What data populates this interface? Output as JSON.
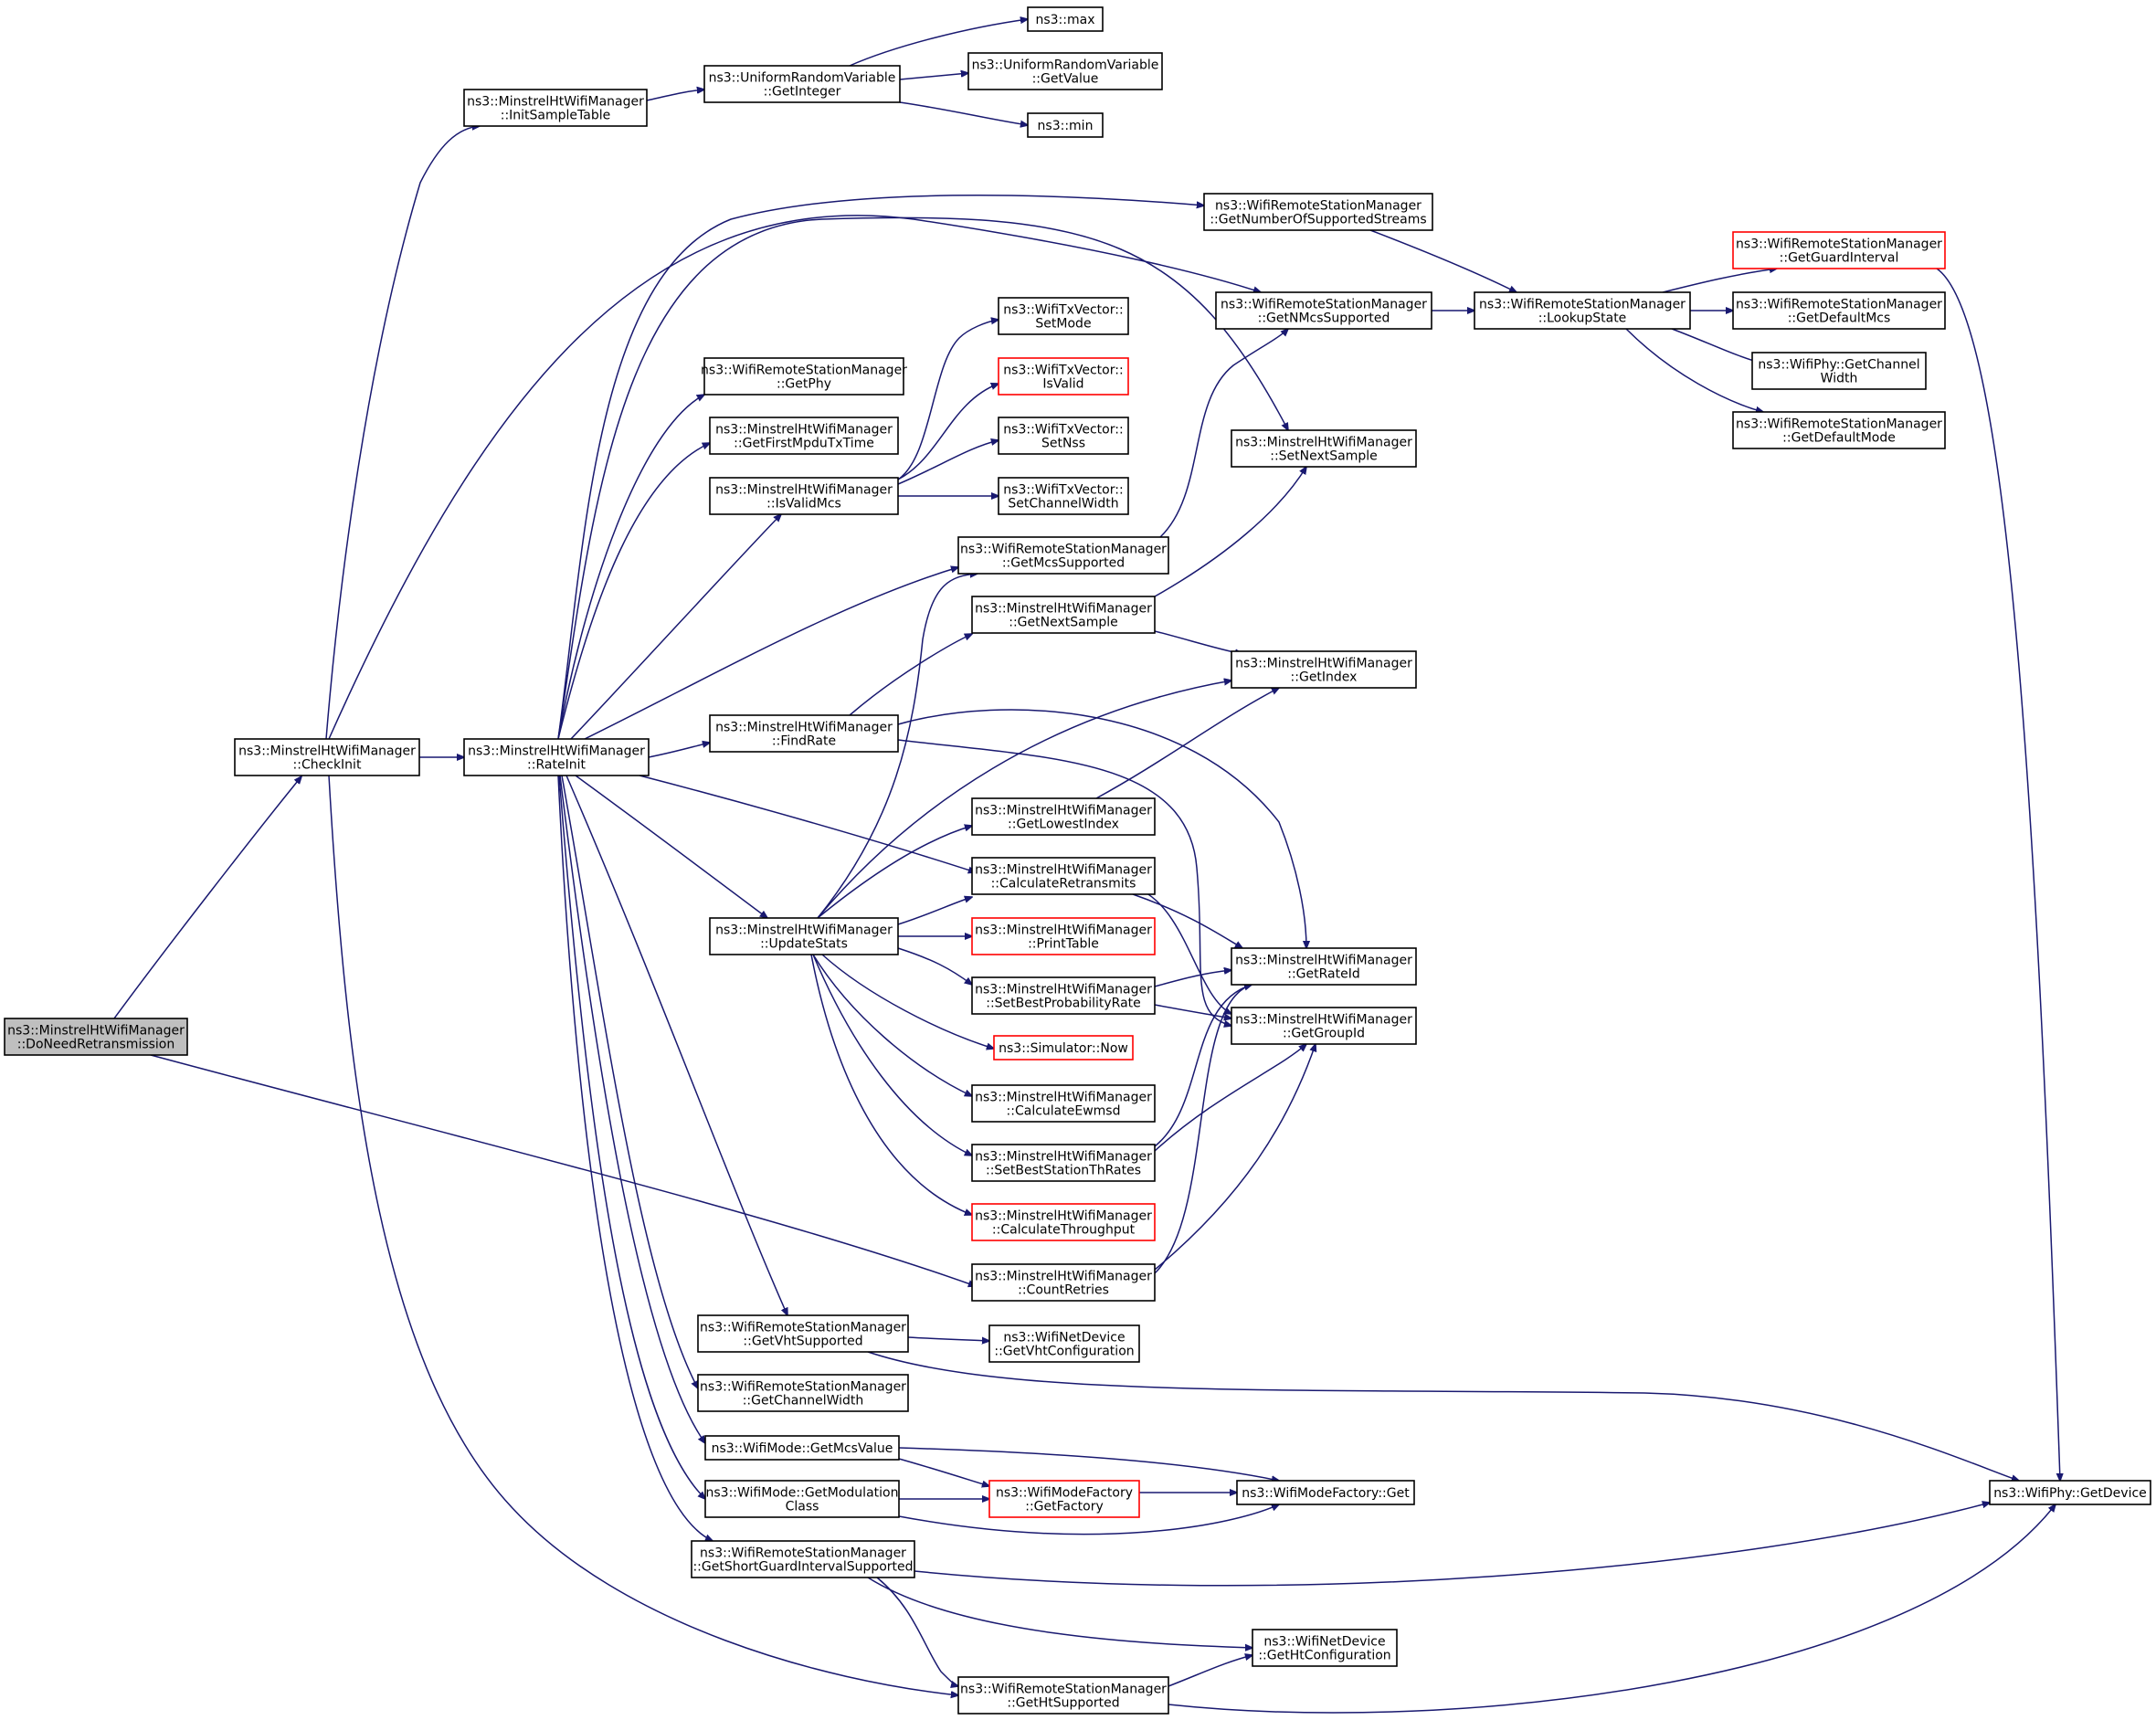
{
  "diagram": {
    "nodes": {
      "doneed": [
        "ns3::MinstrelHtWifiManager",
        "::DoNeedRetransmission"
      ],
      "checkinit": [
        "ns3::MinstrelHtWifiManager",
        "::CheckInit"
      ],
      "initsample": [
        "ns3::MinstrelHtWifiManager",
        "::InitSampleTable"
      ],
      "getinteger": [
        "ns3::UniformRandomVariable",
        "::GetInteger"
      ],
      "max": [
        "ns3::max"
      ],
      "getvalue": [
        "ns3::UniformRandomVariable",
        "::GetValue"
      ],
      "min": [
        "ns3::min"
      ],
      "rateinit": [
        "ns3::MinstrelHtWifiManager",
        "::RateInit"
      ],
      "getnumstreams": [
        "ns3::WifiRemoteStationManager",
        "::GetNumberOfSupportedStreams"
      ],
      "getnmcs": [
        "ns3::WifiRemoteStationManager",
        "::GetNMcsSupported"
      ],
      "lookupstate": [
        "ns3::WifiRemoteStationManager",
        "::LookupState"
      ],
      "getguard": [
        "ns3::WifiRemoteStationManager",
        "::GetGuardInterval"
      ],
      "getdefmcs": [
        "ns3::WifiRemoteStationManager",
        "::GetDefaultMcs"
      ],
      "getchanwidthphy": [
        "ns3::WifiPhy::GetChannel",
        "Width"
      ],
      "getdefmode": [
        "ns3::WifiRemoteStationManager",
        "::GetDefaultMode"
      ],
      "getphy": [
        "ns3::WifiRemoteStationManager",
        "::GetPhy"
      ],
      "getfirstmpdu": [
        "ns3::MinstrelHtWifiManager",
        "::GetFirstMpduTxTime"
      ],
      "isvalidmcs": [
        "ns3::MinstrelHtWifiManager",
        "::IsValidMcs"
      ],
      "setmode": [
        "ns3::WifiTxVector::",
        "SetMode"
      ],
      "isvalid": [
        "ns3::WifiTxVector::",
        "IsValid"
      ],
      "setnss": [
        "ns3::WifiTxVector::",
        "SetNss"
      ],
      "setchanwidth": [
        "ns3::WifiTxVector::",
        "SetChannelWidth"
      ],
      "setnextsample": [
        "ns3::MinstrelHtWifiManager",
        "::SetNextSample"
      ],
      "getmcssupported": [
        "ns3::WifiRemoteStationManager",
        "::GetMcsSupported"
      ],
      "getnextsample": [
        "ns3::MinstrelHtWifiManager",
        "::GetNextSample"
      ],
      "getindex": [
        "ns3::MinstrelHtWifiManager",
        "::GetIndex"
      ],
      "findrate": [
        "ns3::MinstrelHtWifiManager",
        "::FindRate"
      ],
      "getlowestindex": [
        "ns3::MinstrelHtWifiManager",
        "::GetLowestIndex"
      ],
      "calcretrans": [
        "ns3::MinstrelHtWifiManager",
        "::CalculateRetransmits"
      ],
      "updatestats": [
        "ns3::MinstrelHtWifiManager",
        "::UpdateStats"
      ],
      "printtable": [
        "ns3::MinstrelHtWifiManager",
        "::PrintTable"
      ],
      "getrateid": [
        "ns3::MinstrelHtWifiManager",
        "::GetRateId"
      ],
      "setbestprob": [
        "ns3::MinstrelHtWifiManager",
        "::SetBestProbabilityRate"
      ],
      "getgroupid": [
        "ns3::MinstrelHtWifiManager",
        "::GetGroupId"
      ],
      "now": [
        "ns3::Simulator::Now"
      ],
      "calcewmsd": [
        "ns3::MinstrelHtWifiManager",
        "::CalculateEwmsd"
      ],
      "setbestth": [
        "ns3::MinstrelHtWifiManager",
        "::SetBestStationThRates"
      ],
      "calcthroughput": [
        "ns3::MinstrelHtWifiManager",
        "::CalculateThroughput"
      ],
      "countretries": [
        "ns3::MinstrelHtWifiManager",
        "::CountRetries"
      ],
      "getvhtsupported": [
        "ns3::WifiRemoteStationManager",
        "::GetVhtSupported"
      ],
      "getvhtconfig": [
        "ns3::WifiNetDevice",
        "::GetVhtConfiguration"
      ],
      "getchannelwidth": [
        "ns3::WifiRemoteStationManager",
        "::GetChannelWidth"
      ],
      "getmcsvalue": [
        "ns3::WifiMode::GetMcsValue"
      ],
      "getfactory": [
        "ns3::WifiModeFactory",
        "::GetFactory"
      ],
      "modefactoryget": [
        "ns3::WifiModeFactory::Get"
      ],
      "getmodclass": [
        "ns3::WifiMode::GetModulation",
        "Class"
      ],
      "getsgi": [
        "ns3::WifiRemoteStationManager",
        "::GetShortGuardIntervalSupported"
      ],
      "getdevice": [
        "ns3::WifiPhy::GetDevice"
      ],
      "gethtconfig": [
        "ns3::WifiNetDevice",
        "::GetHtConfiguration"
      ],
      "gethtsupported": [
        "ns3::WifiRemoteStationManager",
        "::GetHtSupported"
      ]
    }
  }
}
